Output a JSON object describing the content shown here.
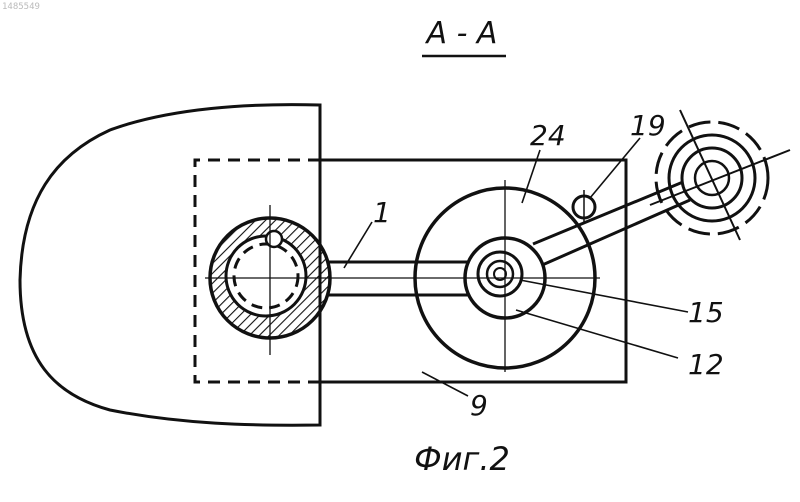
{
  "drawing": {
    "doc_number": "1485549",
    "section_title": "A - A",
    "figure_caption": "Фиг.2",
    "callouts": [
      {
        "id": "c1",
        "label": "1"
      },
      {
        "id": "c24",
        "label": "24"
      },
      {
        "id": "c19",
        "label": "19"
      },
      {
        "id": "c15",
        "label": "15"
      },
      {
        "id": "c12",
        "label": "12"
      },
      {
        "id": "c9",
        "label": "9"
      }
    ]
  }
}
